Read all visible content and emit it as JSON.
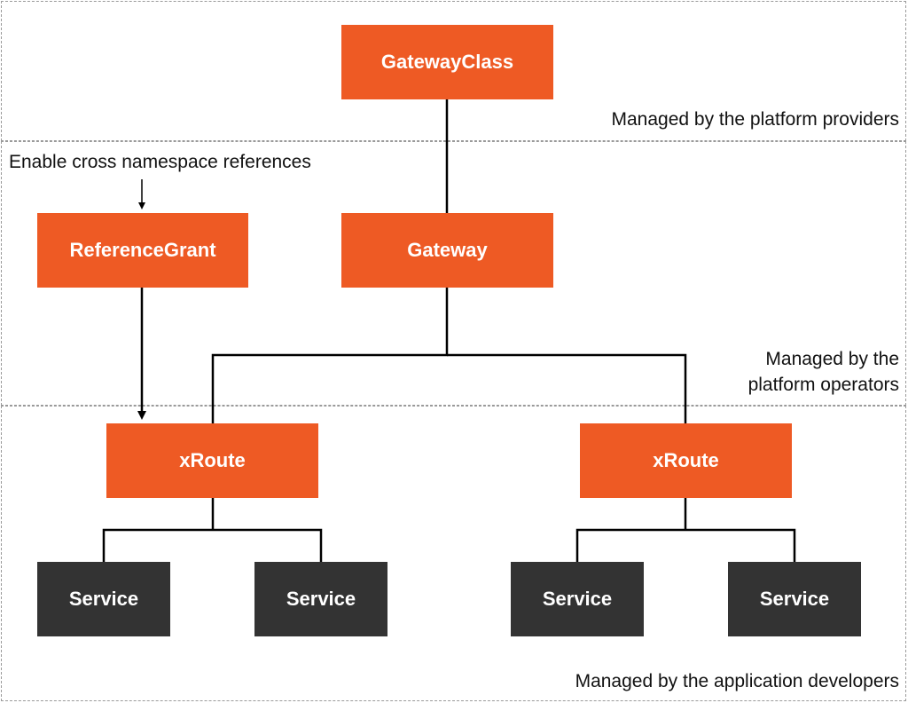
{
  "colors": {
    "resource": "#ee5a24",
    "service": "#333333",
    "line": "#000000",
    "zone_border": "#9a9a9a"
  },
  "zones": {
    "providers": "Managed by the platform providers",
    "operators_line1": "Managed by the",
    "operators_line2": "platform operators",
    "developers": "Managed by the application developers"
  },
  "annotation": "Enable cross namespace references",
  "nodes": {
    "gatewayclass": "GatewayClass",
    "gateway": "Gateway",
    "referencegrant": "ReferenceGrant",
    "xroute_left": "xRoute",
    "xroute_right": "xRoute",
    "service_1": "Service",
    "service_2": "Service",
    "service_3": "Service",
    "service_4": "Service"
  }
}
